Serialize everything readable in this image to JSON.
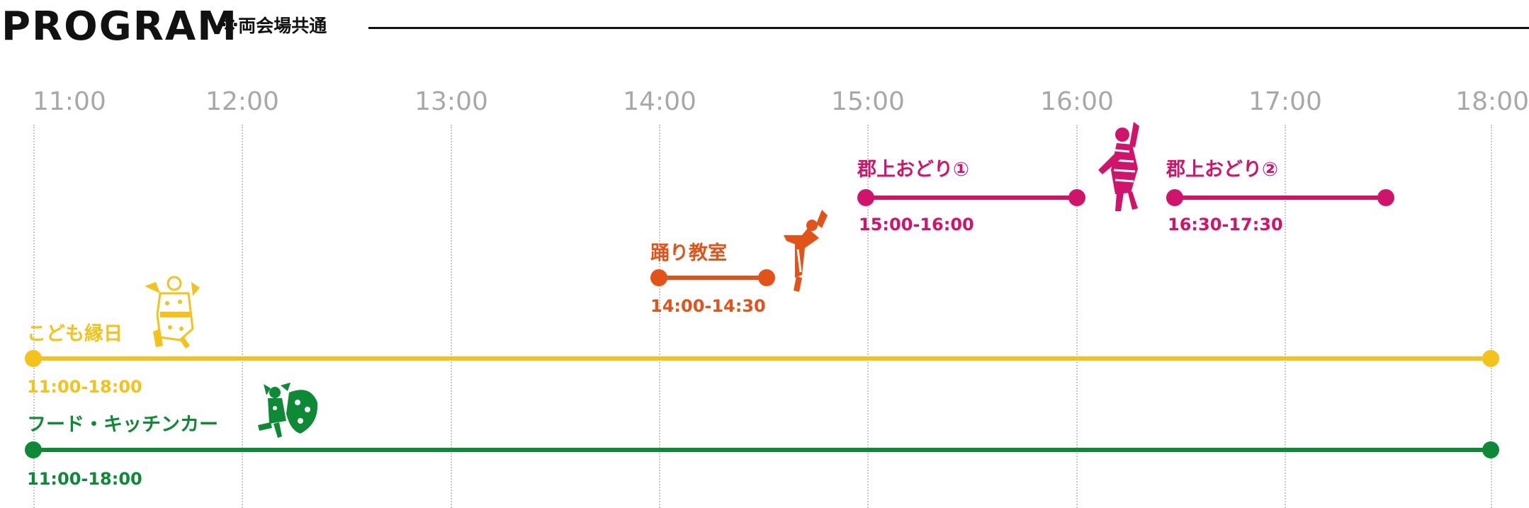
{
  "header": {
    "title": "PROGRAM",
    "note": "※両会場共通"
  },
  "timeline": {
    "ticks": [
      "11:00",
      "12:00",
      "13:00",
      "14:00",
      "15:00",
      "16:00",
      "17:00",
      "18:00"
    ]
  },
  "colors": {
    "yellow": "#f5c21b",
    "green": "#0e8a36",
    "orange": "#e2531a",
    "magenta": "#d0146c",
    "gray": "#a8a8a8"
  },
  "events": {
    "kids": {
      "label": "こども縁日",
      "time": "11:00-18:00",
      "icon": "dancer-yukata-icon"
    },
    "food": {
      "label": "フード・キッチンカー",
      "time": "11:00-18:00",
      "icon": "dancer-pair-icon"
    },
    "lesson": {
      "label": "踊り教室",
      "time": "14:00-14:30",
      "icon": "dancer-leaning-icon"
    },
    "gujo1": {
      "label": "郡上おどり①",
      "time": "15:00-16:00",
      "icon": "dancer-kimono-icon"
    },
    "gujo2": {
      "label": "郡上おどり②",
      "time": "16:30-17:30"
    }
  }
}
